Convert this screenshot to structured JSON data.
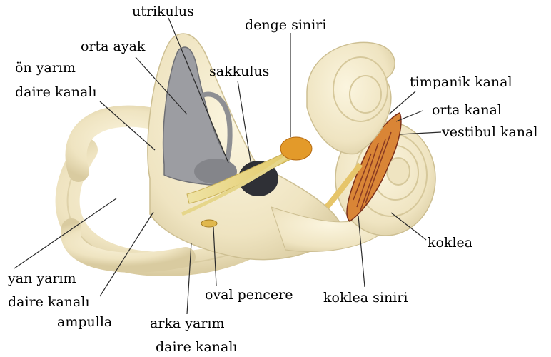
{
  "labels": {
    "utrikulus": "utrikulus",
    "denge_siniri": "denge siniri",
    "orta_ayak": "orta ayak",
    "on_yarim_1": "ön yarım",
    "on_yarim_2": "daire kanalı",
    "sakkulus": "sakkulus",
    "timpanik_kanal": "timpanik kanal",
    "orta_kanal": "orta kanal",
    "vestibul_kanal": "vestibul kanal",
    "koklea": "koklea",
    "yan_yarim_1": "yan yarım",
    "yan_yarim_2": "daire kanalı",
    "ampulla": "ampulla",
    "oval_pencere": "oval pencere",
    "koklea_siniri": "koklea siniri",
    "arka_yarim_1": "arka yarım",
    "arka_yarim_2": "daire kanalı"
  },
  "colors": {
    "bone": "#efe6c8",
    "bone_shade": "#d8cca2",
    "membrane_gray": "#8e8f93",
    "saccule_dark": "#2f3036",
    "nerve_yellow": "#e6d68a",
    "nerve_orange": "#e39a2a",
    "cochlea_red": "#a24a2a"
  }
}
